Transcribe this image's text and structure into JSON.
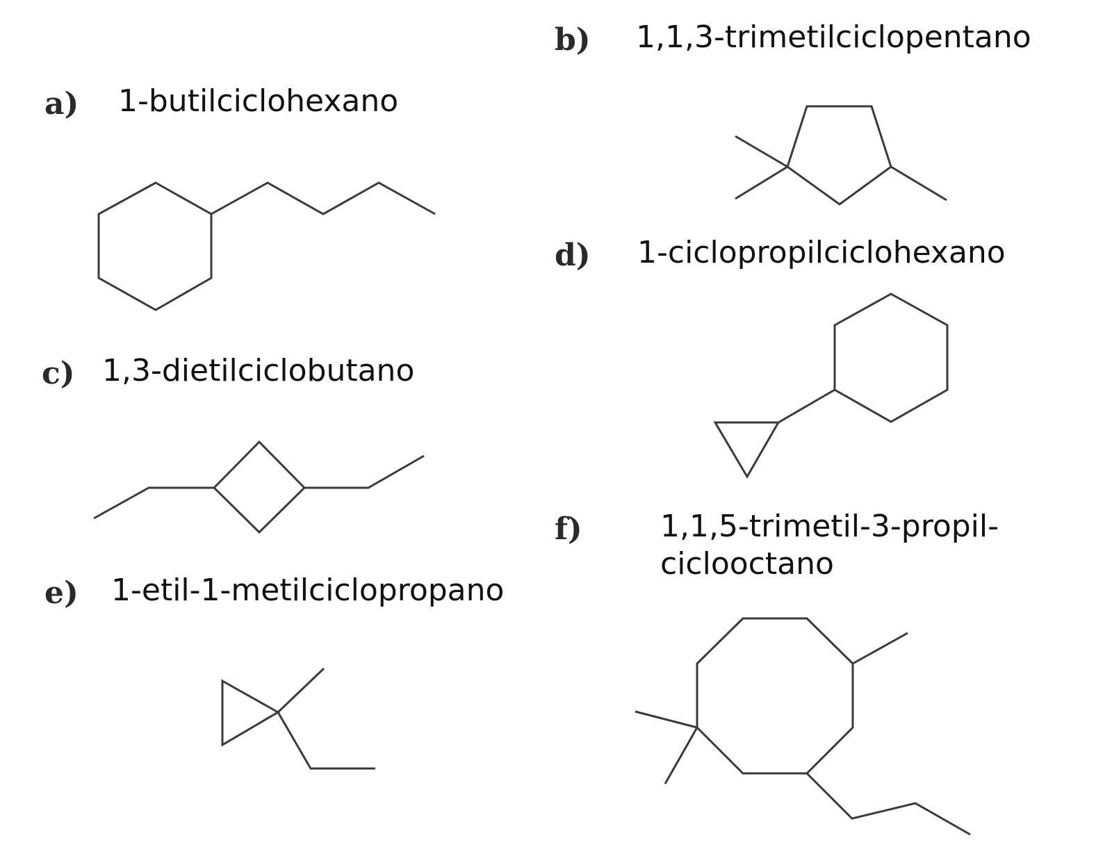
{
  "items": [
    {
      "letter": "a)",
      "name": "1-butilciclohexano"
    },
    {
      "letter": "b)",
      "name": "1,1,3-trimetilciclopentano"
    },
    {
      "letter": "c)",
      "name": "1,3-dietilciclobutano"
    },
    {
      "letter": "d)",
      "name": "1-ciclopropilciclohexano"
    },
    {
      "letter": "e)",
      "name": "1-etil-1-metilciclopropano"
    },
    {
      "letter": "f)",
      "name_line1": "1,1,5-trimetil-3-propil-",
      "name_line2": "ciclooctano"
    }
  ]
}
